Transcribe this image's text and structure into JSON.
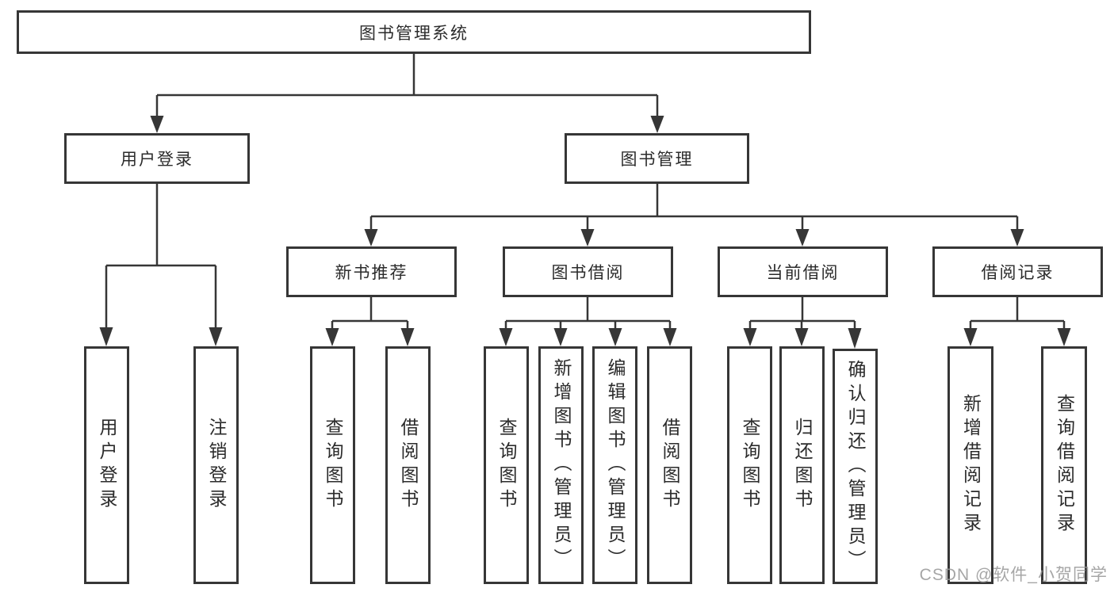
{
  "tree": {
    "root": "图书管理系统",
    "branches": [
      {
        "label": "用户登录",
        "leaves": [
          "用户登录",
          "注销登录"
        ]
      },
      {
        "label": "图书管理",
        "groups": [
          {
            "label": "新书推荐",
            "leaves": [
              "查询图书",
              "借阅图书"
            ]
          },
          {
            "label": "图书借阅",
            "leaves": [
              "查询图书",
              "新增图书（管理员）",
              "编辑图书（管理员）",
              "借阅图书"
            ]
          },
          {
            "label": "当前借阅",
            "leaves": [
              "查询图书",
              "归还图书",
              "确认归还（管理员）"
            ]
          },
          {
            "label": "借阅记录",
            "leaves": [
              "新增借阅记录",
              "查询借阅记录"
            ]
          }
        ]
      }
    ]
  },
  "watermark": "CSDN @软件_小贺同学",
  "colors": {
    "line": "#363636",
    "text": "#2b2b2b",
    "watermark": "#969696",
    "background": "#ffffff"
  }
}
